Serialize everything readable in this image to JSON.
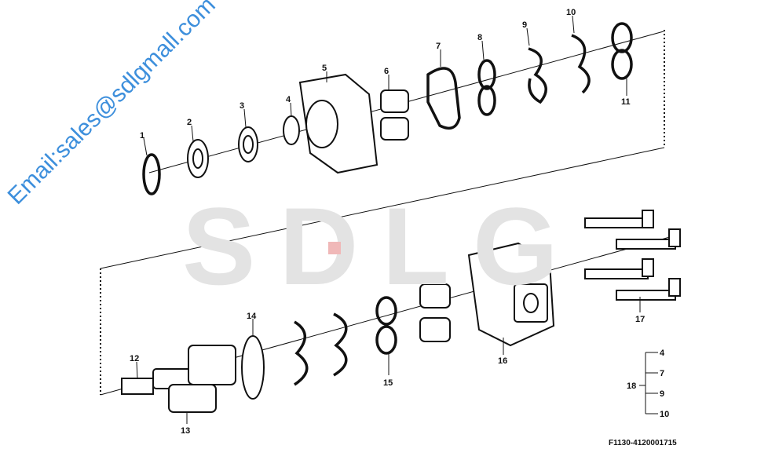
{
  "diagram": {
    "watermark_logo": "SDLG",
    "watermark_email": "Email:sales@sdlgmall.com",
    "drawing_code": "F1130-4120001715",
    "callouts": [
      "1",
      "2",
      "3",
      "4",
      "5",
      "6",
      "7",
      "8",
      "9",
      "10",
      "11",
      "12",
      "13",
      "14",
      "15",
      "16",
      "17"
    ],
    "kit": {
      "label": "18",
      "items": [
        "4",
        "7",
        "9",
        "10"
      ]
    },
    "accent_color": "#3d8fdc"
  }
}
